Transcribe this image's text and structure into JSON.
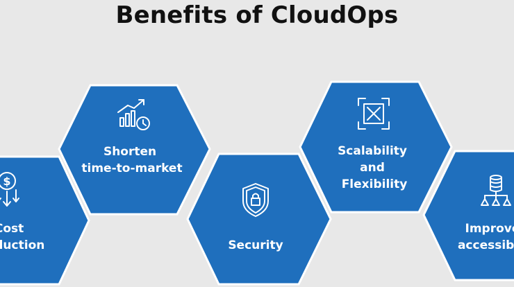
{
  "title": "Benefits of CloudOps",
  "colors": {
    "background": "#e8e8e8",
    "hexagon_fill": "#1f6fbd",
    "hexagon_stroke": "#ffffff",
    "text": "#ffffff",
    "title": "#111111"
  },
  "benefits": [
    {
      "icon": "dollar-down-arrows-icon",
      "lines": [
        "Cost",
        "Reduction"
      ]
    },
    {
      "icon": "growth-chart-clock-icon",
      "lines": [
        "Shorten",
        "time-to-market"
      ]
    },
    {
      "icon": "shield-lock-icon",
      "lines": [
        "Security"
      ]
    },
    {
      "icon": "scale-expand-icon",
      "lines": [
        "Scalability",
        "and",
        "Flexibility"
      ]
    },
    {
      "icon": "database-network-icon",
      "lines": [
        "Improved",
        "accessibility"
      ]
    }
  ]
}
